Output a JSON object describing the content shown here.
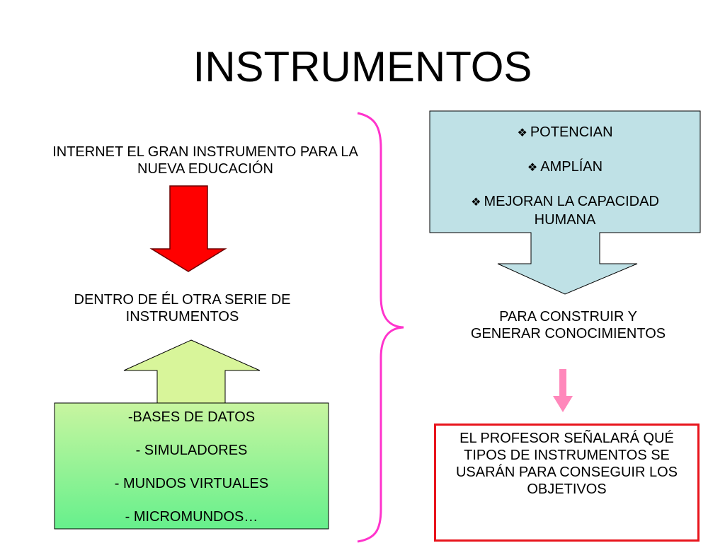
{
  "title": "INSTRUMENTOS",
  "left": {
    "internet_text": "INTERNET EL GRAN INSTRUMENTO PARA LA NUEVA EDUCACIÓN",
    "dentro_text": "DENTRO DE ÉL OTRA SERIE DE INSTRUMENTOS",
    "tools": [
      "-BASES DE DATOS",
      "- SIMULADORES",
      "- MUNDOS VIRTUALES",
      "- MICROMUNDOS…"
    ]
  },
  "right": {
    "bullets": [
      "POTENCIAN",
      "AMPLÍAN",
      "MEJORAN LA CAPACIDAD HUMANA"
    ],
    "bullet_glyph": "❖",
    "para_text": "PARA CONSTRUIR Y GENERAR CONOCIMIENTOS",
    "profesor_text": "EL PROFESOR SEÑALARÁ QUÉ TIPOS DE INSTRUMENTOS SE USARÁN PARA CONSEGUIR LOS OBJETIVOS"
  },
  "colors": {
    "red_arrow": "#ff0000",
    "green_arrow": "#d8f59a",
    "blue_box": "#bfe1e6",
    "pink_brace": "#ff33cc",
    "pink_arrow": "#ff88bb",
    "red_border": "#e8141c"
  }
}
